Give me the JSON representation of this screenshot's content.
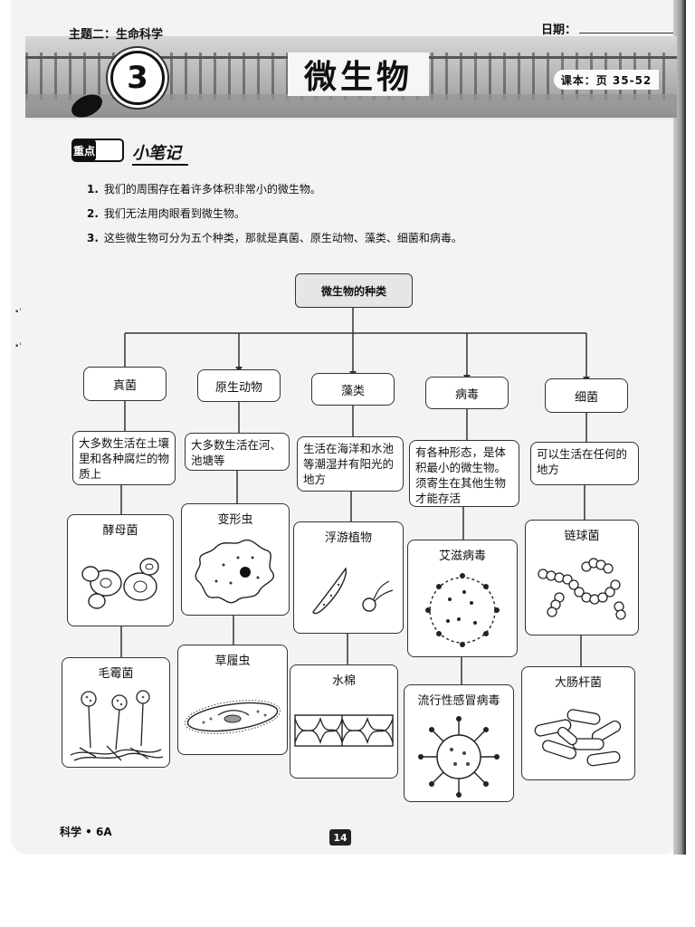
{
  "header": {
    "topic": "主题二：生命科学",
    "date_label": "日期：",
    "unit_number": "3",
    "title": "微生物",
    "textbook_ref": "课本：页 35-52"
  },
  "notes": {
    "title": "小笔记",
    "icon_text": "重点",
    "points": [
      {
        "n": "1.",
        "text": "我们的周围存在着许多体积非常小的微生物。"
      },
      {
        "n": "2.",
        "text": "我们无法用肉眼看到微生物。"
      },
      {
        "n": "3.",
        "text": "这些微生物可分为五个种类，那就是真菌、原生动物、藻类、细菌和病毒。"
      }
    ]
  },
  "diagram": {
    "root": "微生物的种类",
    "categories": [
      {
        "name": "真菌",
        "desc": "大多数生活在土壤里和各种腐烂的物质上",
        "examples": [
          {
            "label": "酵母菌",
            "icon": "yeast-cells"
          },
          {
            "label": "毛霉菌",
            "icon": "mucor-mold"
          }
        ]
      },
      {
        "name": "原生动物",
        "desc": "大多数生活在河、池塘等",
        "examples": [
          {
            "label": "变形虫",
            "icon": "amoeba"
          },
          {
            "label": "草履虫",
            "icon": "paramecium"
          }
        ]
      },
      {
        "name": "藻类",
        "desc": "生活在海洋和水池等潮湿并有阳光的地方",
        "examples": [
          {
            "label": "浮游植物",
            "icon": "phytoplankton"
          },
          {
            "label": "水棉",
            "icon": "spirogyra"
          }
        ]
      },
      {
        "name": "病毒",
        "desc": "有各种形态，是体积最小的微生物。须寄生在其他生物才能存活",
        "examples": [
          {
            "label": "艾滋病毒",
            "icon": "hiv-virus"
          },
          {
            "label": "流行性感冒病毒",
            "icon": "influenza-virus"
          }
        ]
      },
      {
        "name": "细菌",
        "desc": "可以生活在任何的地方",
        "examples": [
          {
            "label": "链球菌",
            "icon": "streptococcus"
          },
          {
            "label": "大肠杆菌",
            "icon": "e-coli"
          }
        ]
      }
    ]
  },
  "footer": {
    "subject": "科学 • 6A",
    "page_number": "14"
  }
}
